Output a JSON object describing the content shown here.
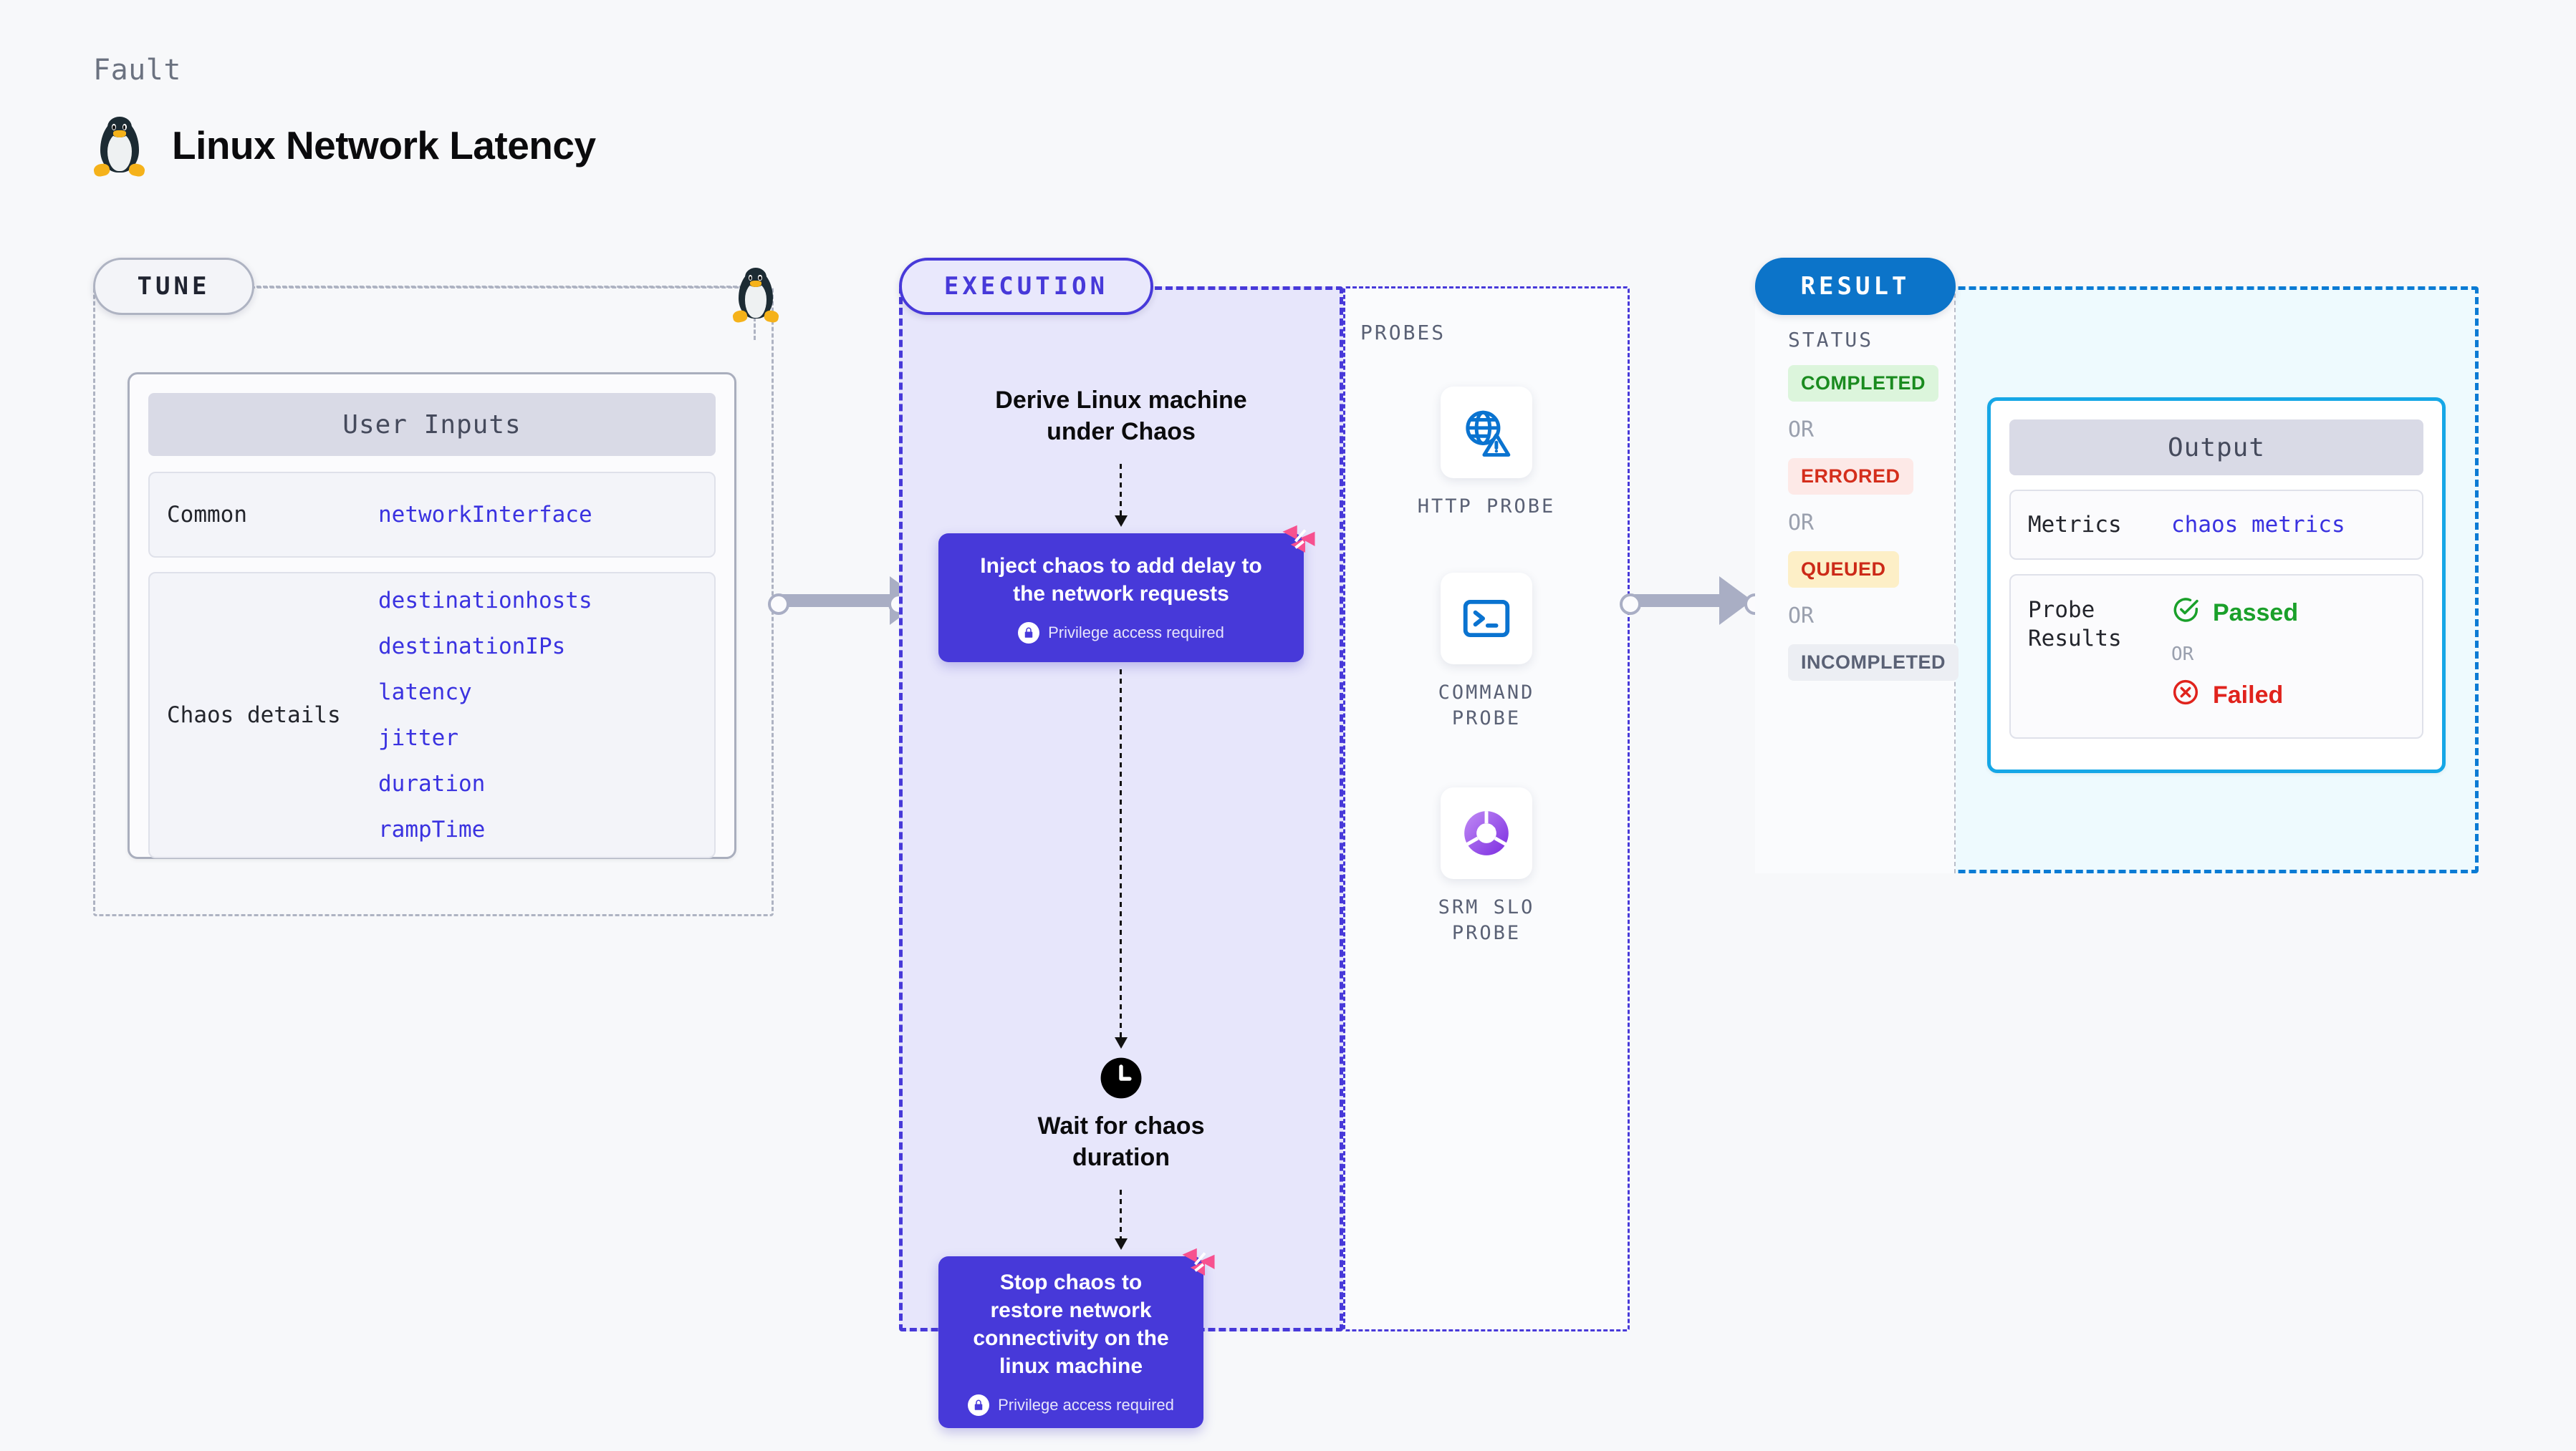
{
  "header": {
    "kicker": "Fault",
    "title": "Linux Network Latency",
    "icon": "linux-penguin-icon"
  },
  "tune": {
    "pill_label": "TUNE",
    "card": {
      "header": "User Inputs",
      "rows": [
        {
          "label": "Common",
          "values": [
            "networkInterface"
          ]
        },
        {
          "label": "Chaos details",
          "values": [
            "destinationhosts",
            "destinationIPs",
            "latency",
            "jitter",
            "duration",
            "rampTime"
          ]
        }
      ]
    }
  },
  "execution": {
    "pill_label": "EXECUTION",
    "steps": [
      {
        "type": "text",
        "label": "Derive Linux machine\nunder Chaos"
      },
      {
        "type": "chaos",
        "label": "Inject chaos to add delay to\nthe network requests",
        "note": "Privilege access required",
        "note_icon": "lock-icon",
        "badge_icon": "harness-logo-icon"
      },
      {
        "type": "wait",
        "icon": "clock-icon",
        "label": "Wait for chaos\nduration"
      },
      {
        "type": "chaos",
        "label": "Stop chaos to\nrestore network\nconnectivity on the\nlinux machine",
        "note": "Privilege access required",
        "note_icon": "lock-icon",
        "badge_icon": "harness-logo-icon"
      }
    ]
  },
  "probes": {
    "caption": "PROBES",
    "items": [
      {
        "label": "HTTP PROBE",
        "icon": "globe-warning-icon"
      },
      {
        "label": "COMMAND\nPROBE",
        "icon": "terminal-icon"
      },
      {
        "label": "SRM SLO\nPROBE",
        "icon": "slo-donut-check-icon"
      }
    ]
  },
  "result": {
    "pill_label": "RESULT",
    "status_caption": "STATUS",
    "or_label": "OR",
    "statuses": [
      {
        "label": "COMPLETED",
        "bg": "#dcf5dc",
        "fg": "#1a8b1f"
      },
      {
        "label": "ERRORED",
        "bg": "#fde9e7",
        "fg": "#d42e1c"
      },
      {
        "label": "QUEUED",
        "bg": "#fdefc7",
        "fg": "#cc2a18"
      },
      {
        "label": "INCOMPLETED",
        "bg": "#eceef3",
        "fg": "#5a6175"
      }
    ],
    "output": {
      "header": "Output",
      "metrics_key": "Metrics",
      "metrics_value": "chaos metrics",
      "probe_key": "Probe\nResults",
      "passed_label": "Passed",
      "failed_label": "Failed",
      "passed_icon": "check-circle-icon",
      "failed_icon": "x-circle-icon",
      "or_label": "OR"
    }
  },
  "colors": {
    "accent_purple": "#4739d9",
    "accent_blue": "#0c74c9",
    "accent_pink": "#f7518f",
    "mono_value": "#3a32e0",
    "passed_green": "#1aa02a",
    "failed_red": "#e0231d",
    "tune_border": "#aeb3c2"
  }
}
